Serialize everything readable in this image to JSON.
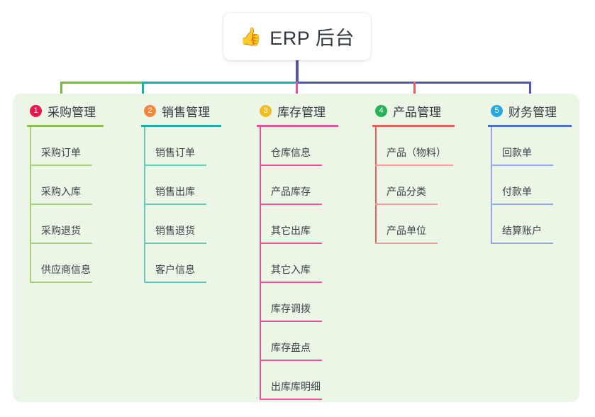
{
  "root": {
    "icon": "thumbs-up-emoji",
    "emoji": "👍",
    "title": "ERP 后台"
  },
  "colors": {
    "panel_bg": "#ecf6e6",
    "root_stem": "#5055b8",
    "bus_green": "#7ab648",
    "bus_teal": "#15b3a6",
    "bus_blue": "#5055b8"
  },
  "columns": [
    {
      "number": "1",
      "title": "采购管理",
      "badge_color": "#e8174a",
      "rule_color": "#8cc152",
      "leaf_rule_color": "#a8cf80",
      "spine_color": "#a8cf80",
      "items": [
        "采购订单",
        "采购入库",
        "采购退货",
        "供应商信息"
      ]
    },
    {
      "number": "2",
      "title": "销售管理",
      "badge_color": "#f5873c",
      "rule_color": "#15b3a6",
      "leaf_rule_color": "#62c9bf",
      "spine_color": "#62c9bf",
      "items": [
        "销售订单",
        "销售出库",
        "销售退货",
        "客户信息"
      ]
    },
    {
      "number": "3",
      "title": "库存管理",
      "badge_color": "#f5bc21",
      "rule_color": "#e8519b",
      "leaf_rule_color": "#e8519b",
      "spine_color": "#e8519b",
      "items": [
        "仓库信息",
        "产品库存",
        "其它出库",
        "其它入库",
        "库存调拨",
        "库存盘点",
        "出库库明细"
      ]
    },
    {
      "number": "4",
      "title": "产品管理",
      "badge_color": "#23b457",
      "rule_color": "#f15b55",
      "leaf_rule_color": "#f59a96",
      "spine_color": "#f15b55",
      "items": [
        "产品（物料）",
        "产品分类",
        "产品单位"
      ]
    },
    {
      "number": "5",
      "title": "财务管理",
      "badge_color": "#29a8e0",
      "rule_color": "#4a6fd4",
      "leaf_rule_color": "#93a8e0",
      "spine_color": "#93a8e0",
      "items": [
        "回款单",
        "付款单",
        "结算账户"
      ]
    }
  ]
}
